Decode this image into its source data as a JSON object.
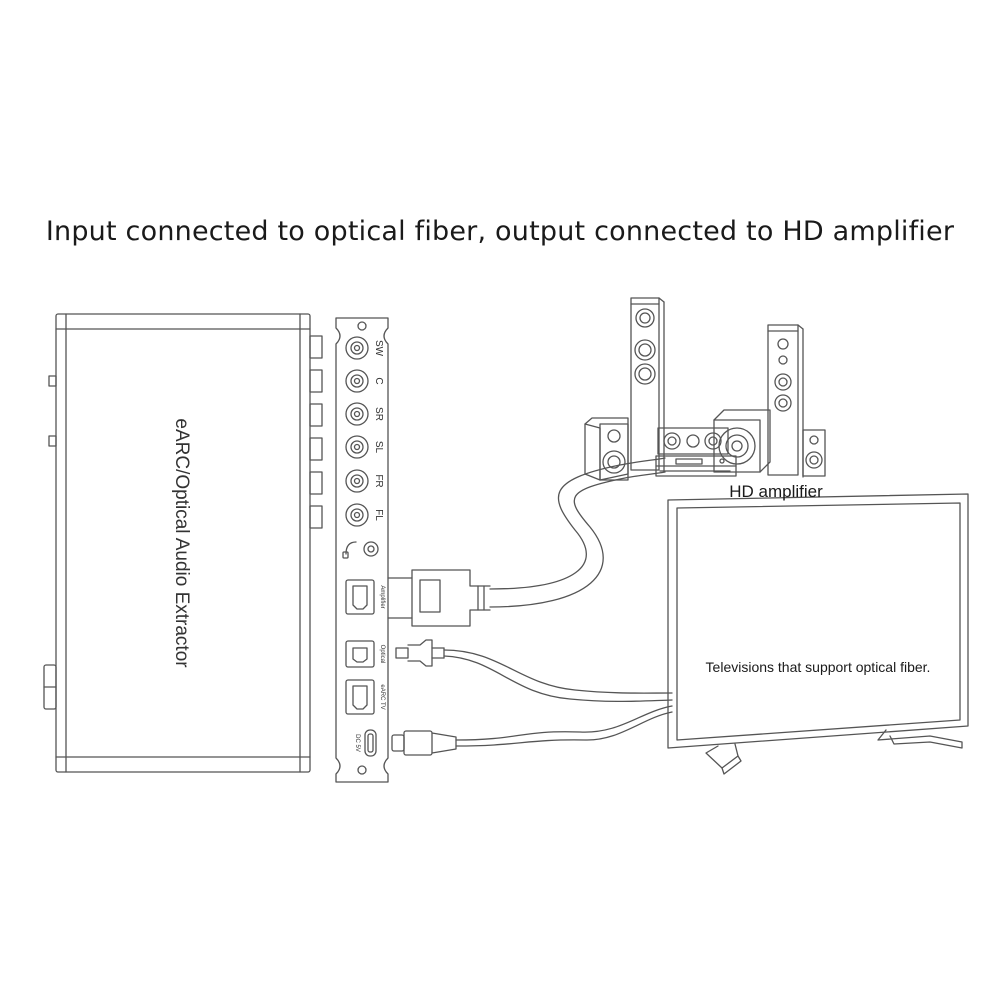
{
  "title": "Input connected to optical fiber, output connected to HD amplifier",
  "device": {
    "name": "eARC/Optical Audio Extractor",
    "rca_ports": [
      "SW",
      "C",
      "SR",
      "SL",
      "FR",
      "FL"
    ],
    "port_labels": {
      "amplifier": "Amplifier",
      "optical": "Optical",
      "earc_tv": "eARC TV",
      "dc": "DC 5V"
    }
  },
  "amplifier_label": "HD amplifier",
  "tv_label": "Televisions that support optical fiber.",
  "colors": {
    "line": "#555555",
    "text": "#1a1a1a"
  }
}
